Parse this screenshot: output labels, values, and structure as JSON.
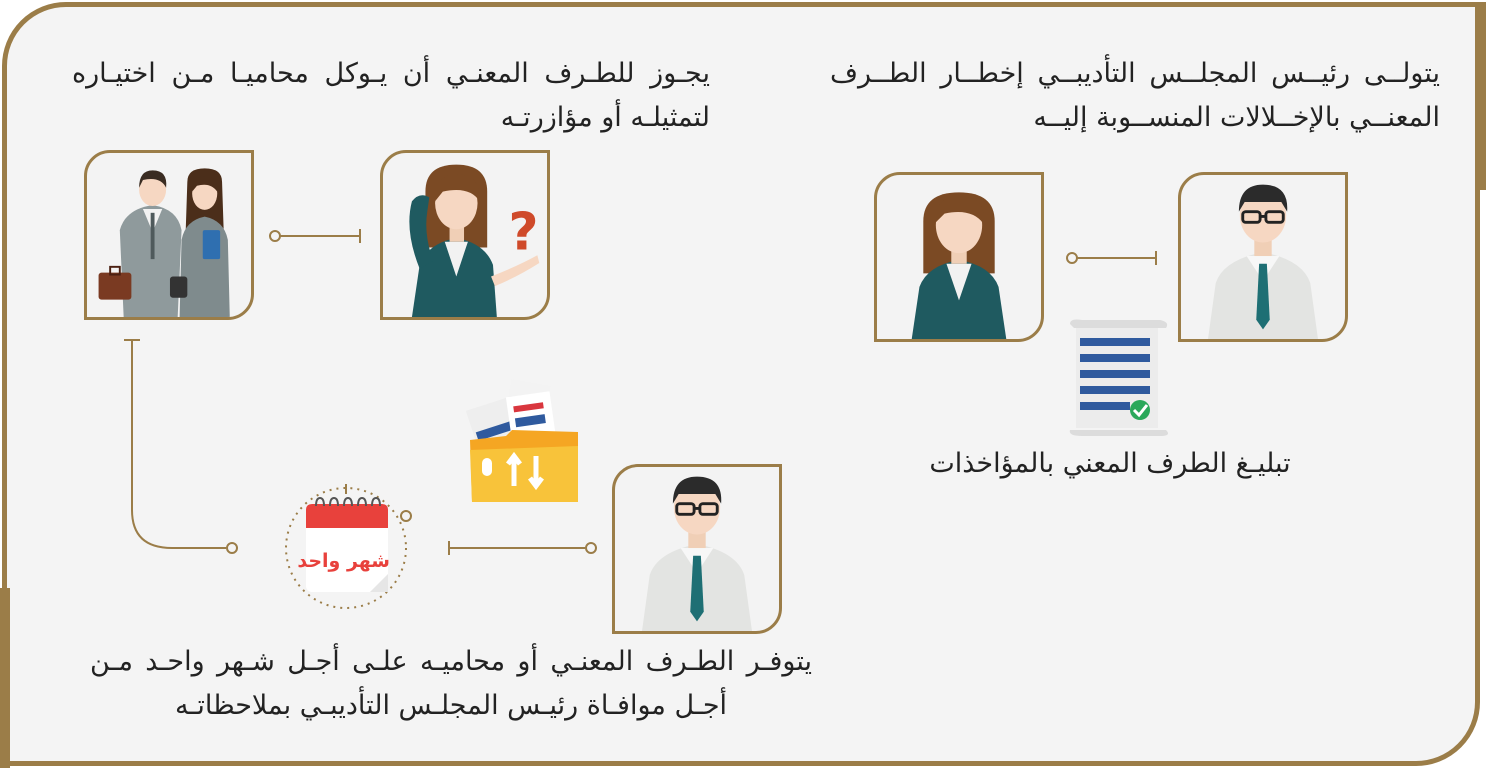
{
  "colors": {
    "frame": "#9b7d48",
    "background": "#f4f4f4",
    "text": "#222222",
    "calendar_red": "#e8413c",
    "folder_yellow": "#f7b928",
    "document_blue": "#2f5a9e"
  },
  "step1": {
    "text_lines": [
      "يتولــى رئيــس المجلــس التأديبــي إخطــار الطــرف",
      "المعنــي بالإخــلالات المنســوبة إليــه"
    ],
    "caption": "تبليـغ الطرف المعني بالمؤاخذات",
    "icons": [
      "council-president-icon",
      "concerned-party-icon",
      "notice-document-icon"
    ]
  },
  "step2": {
    "text_lines": [
      "يجـوز للطـرف المعنـي أن يـوكل محاميـا مـن اختيـاره",
      "لتمثيلـه أو مؤازرتـه"
    ],
    "icons": [
      "questioning-party-icon",
      "lawyers-icon"
    ]
  },
  "step3": {
    "text_lines": [
      "يتوفـر الطـرف المعنـي أو محاميـه علـى أجـل شـهر واحـد مـن",
      "أجـل موافـاة رئيـس المجلـس التأديبـي بملاحظاتـه"
    ],
    "calendar_label": "شهر واحد",
    "icons": [
      "council-president-icon",
      "document-folder-icon",
      "calendar-icon"
    ]
  }
}
